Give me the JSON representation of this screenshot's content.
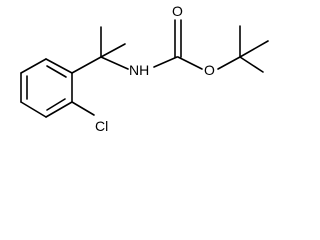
{
  "molecule": {
    "atoms": {
      "amine_nitrogen": "NH",
      "carbonyl_oxygen": "O",
      "ester_oxygen": "O",
      "chlorine": "Cl"
    }
  },
  "colors": {
    "bond": "#000000",
    "label": "#000000",
    "background": "#ffffff"
  }
}
